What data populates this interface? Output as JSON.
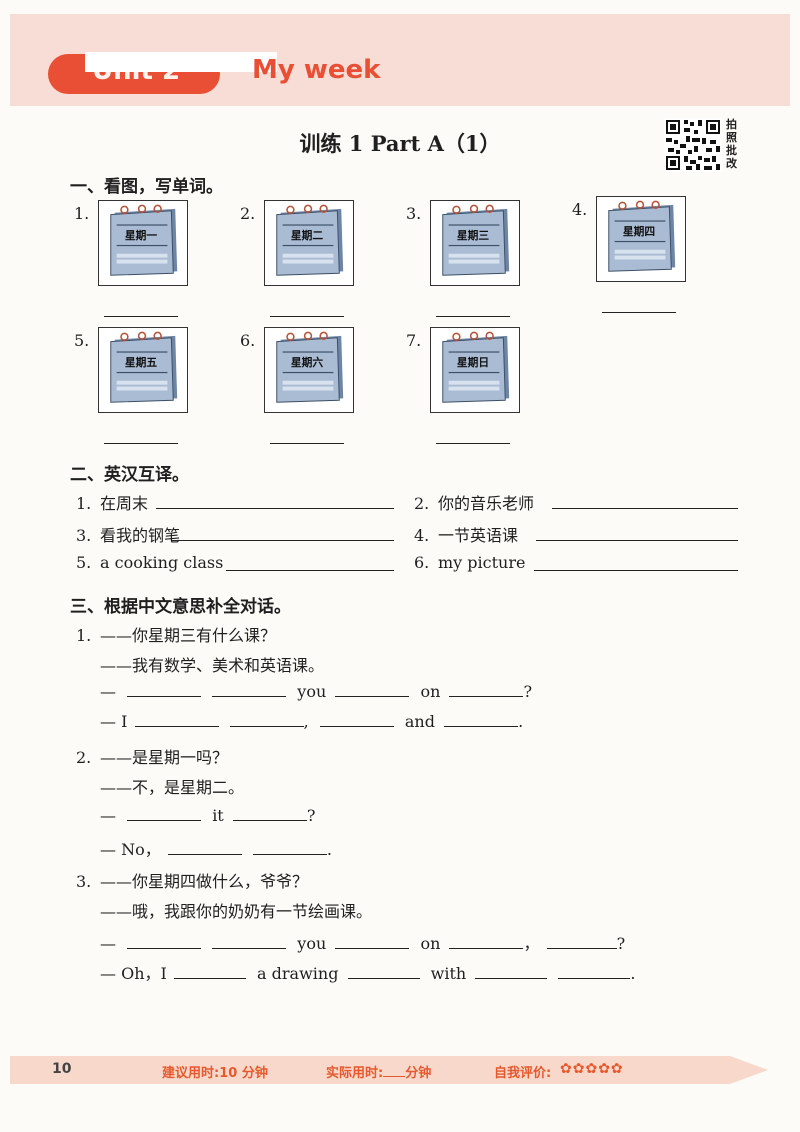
{
  "header": {
    "unit_label": "Unit 2",
    "unit_title": "My week"
  },
  "lesson": {
    "title": "训练 1   Part A（1）",
    "qr_label": [
      "拍",
      "照",
      "批",
      "改"
    ]
  },
  "section1": {
    "heading": "一、看图，写单词。",
    "items": [
      {
        "num": "1.",
        "day": "星期一"
      },
      {
        "num": "2.",
        "day": "星期二"
      },
      {
        "num": "3.",
        "day": "星期三"
      },
      {
        "num": "4.",
        "day": "星期四"
      },
      {
        "num": "5.",
        "day": "星期五"
      },
      {
        "num": "6.",
        "day": "星期六"
      },
      {
        "num": "7.",
        "day": "星期日"
      }
    ]
  },
  "section2": {
    "heading": "二、英汉互译。",
    "items": [
      {
        "num": "1.",
        "text": "在周末"
      },
      {
        "num": "2.",
        "text": "你的音乐老师"
      },
      {
        "num": "3.",
        "text": "看我的钢笔"
      },
      {
        "num": "4.",
        "text": "一节英语课"
      },
      {
        "num": "5.",
        "text": "a cooking class"
      },
      {
        "num": "6.",
        "text": "my picture"
      }
    ]
  },
  "section3": {
    "heading": "三、根据中文意思补全对话。",
    "q1": {
      "num": "1.",
      "cn1": "——你星期三有什么课？",
      "cn2": "——我有数学、美术和英语课。",
      "line1": {
        "dash": "—",
        "w1": "you",
        "w2": "on",
        "end": "?"
      },
      "line2": {
        "start": "— I",
        "comma": ",",
        "w1": "and",
        "end": "."
      }
    },
    "q2": {
      "num": "2.",
      "cn1": "——是星期一吗？",
      "cn2": "——不，是星期二。",
      "line1": {
        "dash": "—",
        "w1": "it",
        "end": "?"
      },
      "line2": {
        "start": "— No，",
        "end": "."
      }
    },
    "q3": {
      "num": "3.",
      "cn1": "——你星期四做什么，爷爷？",
      "cn2": "——哦，我跟你的奶奶有一节绘画课。",
      "line1": {
        "dash": "—",
        "w1": "you",
        "w2": "on",
        "comma": "，",
        "end": "?"
      },
      "line2": {
        "start": "— Oh，I",
        "w1": "a drawing",
        "w2": "with",
        "end": "."
      }
    }
  },
  "footer": {
    "page": "10",
    "suggested": "建议用时:10 分钟",
    "actual_prefix": "实际用时:",
    "actual_suffix": "分钟",
    "self_eval": "自我评价:",
    "stars": "✿✿✿✿✿"
  },
  "colors": {
    "accent": "#e84f35",
    "header_bg": "#f7ddd6",
    "footer_bg": "#f9d8cc",
    "calendar_blue": "#8ea4c0"
  }
}
